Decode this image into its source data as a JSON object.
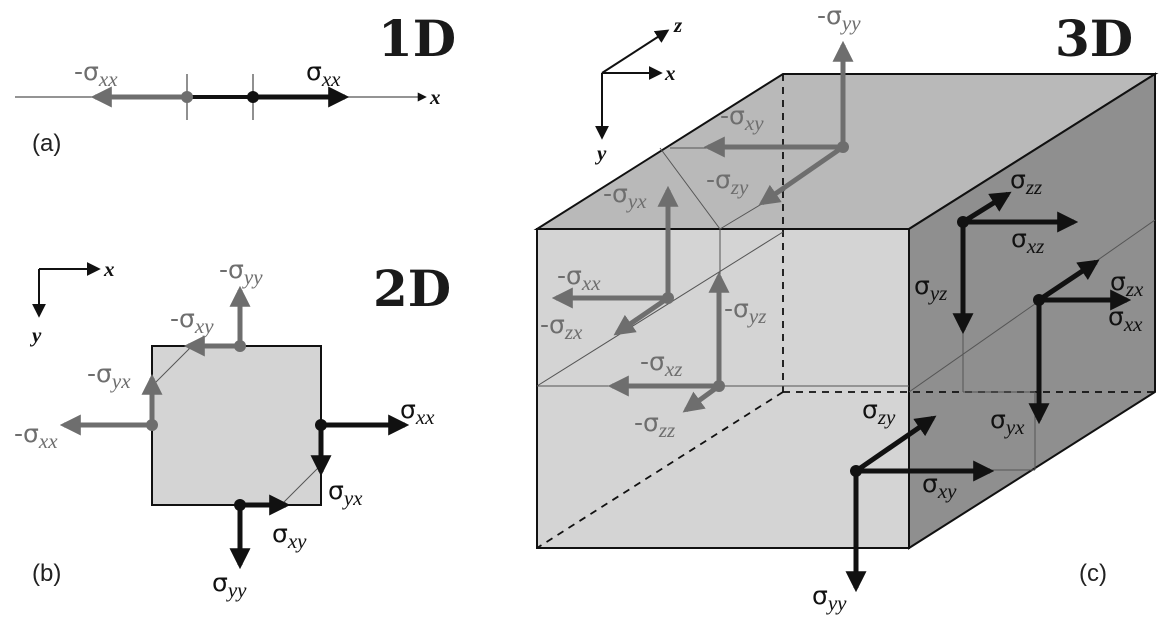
{
  "panels": {
    "a": {
      "title": "1D",
      "tag": "(a)"
    },
    "b": {
      "title": "2D",
      "tag": "(b)"
    },
    "c": {
      "title": "3D",
      "tag": "(c)"
    }
  },
  "axes": {
    "x": "x",
    "y": "y",
    "z": "z"
  },
  "colors": {
    "positive": "#111111",
    "negative": "#6e6e6e",
    "face_light": "#d4d4d4",
    "face_top": "#b9b9b9",
    "face_side": "#8f8f8f"
  },
  "labels_1d": [
    {
      "sign": "-",
      "sym": "σ",
      "sub": "xx"
    },
    {
      "sign": "",
      "sym": "σ",
      "sub": "xx"
    }
  ],
  "labels_2d": [
    {
      "sign": "-",
      "sym": "σ",
      "sub": "yy"
    },
    {
      "sign": "-",
      "sym": "σ",
      "sub": "xy"
    },
    {
      "sign": "-",
      "sym": "σ",
      "sub": "yx"
    },
    {
      "sign": "-",
      "sym": "σ",
      "sub": "xx"
    },
    {
      "sign": "",
      "sym": "σ",
      "sub": "xx"
    },
    {
      "sign": "",
      "sym": "σ",
      "sub": "yx"
    },
    {
      "sign": "",
      "sym": "σ",
      "sub": "xy"
    },
    {
      "sign": "",
      "sym": "σ",
      "sub": "yy"
    }
  ],
  "labels_3d": [
    {
      "sign": "-",
      "sym": "σ",
      "sub": "yy"
    },
    {
      "sign": "-",
      "sym": "σ",
      "sub": "xy"
    },
    {
      "sign": "-",
      "sym": "σ",
      "sub": "zy"
    },
    {
      "sign": "-",
      "sym": "σ",
      "sub": "yx"
    },
    {
      "sign": "-",
      "sym": "σ",
      "sub": "xx"
    },
    {
      "sign": "-",
      "sym": "σ",
      "sub": "zx"
    },
    {
      "sign": "-",
      "sym": "σ",
      "sub": "yz"
    },
    {
      "sign": "-",
      "sym": "σ",
      "sub": "xz"
    },
    {
      "sign": "-",
      "sym": "σ",
      "sub": "zz"
    },
    {
      "sign": "",
      "sym": "σ",
      "sub": "zz"
    },
    {
      "sign": "",
      "sym": "σ",
      "sub": "xz"
    },
    {
      "sign": "",
      "sym": "σ",
      "sub": "yz"
    },
    {
      "sign": "",
      "sym": "σ",
      "sub": "zx"
    },
    {
      "sign": "",
      "sym": "σ",
      "sub": "xx"
    },
    {
      "sign": "",
      "sym": "σ",
      "sub": "zy"
    },
    {
      "sign": "",
      "sym": "σ",
      "sub": "yx"
    },
    {
      "sign": "",
      "sym": "σ",
      "sub": "xy"
    },
    {
      "sign": "",
      "sym": "σ",
      "sub": "yy"
    }
  ]
}
